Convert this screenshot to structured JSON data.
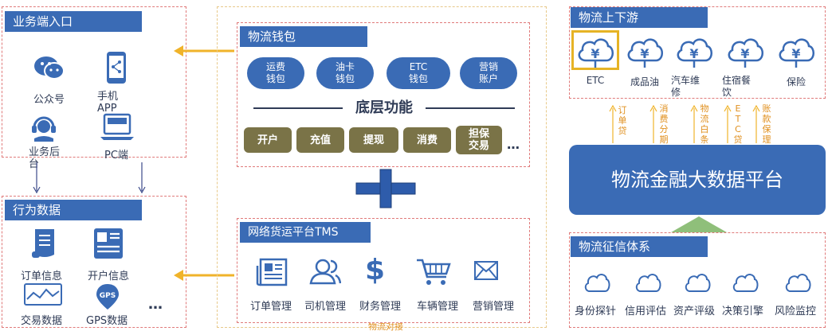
{
  "colors": {
    "blue": "#3a6bb5",
    "olive": "#7a7347",
    "orange": "#f0b32a",
    "red_dash": "#e07a7a"
  },
  "business_entry": {
    "title": "业务端入口",
    "items": [
      {
        "label": "公众号",
        "icon": "wechat-icon"
      },
      {
        "label": "手机\nAPP",
        "icon": "mobile-share-icon"
      },
      {
        "label": "业务后\n台",
        "icon": "support-headset-icon"
      },
      {
        "label": "PC端",
        "icon": "laptop-icon"
      }
    ]
  },
  "behavior_data": {
    "title": "行为数据",
    "items": [
      {
        "label": "订单信息",
        "icon": "document-icon"
      },
      {
        "label": "开户信息",
        "icon": "id-card-icon"
      },
      {
        "label": "交易数据",
        "icon": "chart-line-icon"
      },
      {
        "label": "GPS数据",
        "icon": "gps-icon"
      }
    ],
    "ellipsis": "…"
  },
  "wallet": {
    "title": "物流钱包",
    "pills": [
      "运费\n钱包",
      "油卡\n钱包",
      "ETC\n钱包",
      "营销\n账户"
    ],
    "base_title": "底层功能",
    "functions": [
      "开户",
      "充值",
      "提现",
      "消费",
      "担保\n交易"
    ],
    "ellipsis": "…"
  },
  "tms": {
    "title": "网络货运平台TMS",
    "items": [
      {
        "label": "订单管理",
        "icon": "newspaper-icon"
      },
      {
        "label": "司机管理",
        "icon": "people-icon"
      },
      {
        "label": "财务管理",
        "icon": "dollar-icon"
      },
      {
        "label": "车辆管理",
        "icon": "cart-icon"
      },
      {
        "label": "营销管理",
        "icon": "mail-icon"
      }
    ]
  },
  "upstream": {
    "title": "物流上下游",
    "items": [
      {
        "label": "ETC",
        "icon": "yuan-cloud-icon"
      },
      {
        "label": "成品油",
        "icon": "yuan-cloud-icon"
      },
      {
        "label": "汽车维\n修",
        "icon": "yuan-cloud-icon"
      },
      {
        "label": "住宿餐\n饮",
        "icon": "yuan-cloud-icon"
      },
      {
        "label": "保险",
        "icon": "yuan-cloud-icon"
      }
    ]
  },
  "finance_products": [
    "订单贷",
    "消费分期",
    "物流白条",
    "ETC贷",
    "账款保理"
  ],
  "platform": {
    "title": "物流金融大数据平台"
  },
  "credit": {
    "title": "物流征信体系",
    "items": [
      {
        "label": "身份探针",
        "icon": "cloud-icon"
      },
      {
        "label": "信用评估",
        "icon": "cloud-icon"
      },
      {
        "label": "资产评级",
        "icon": "cloud-icon"
      },
      {
        "label": "决策引擎",
        "icon": "cloud-icon"
      },
      {
        "label": "风险监控",
        "icon": "cloud-icon"
      }
    ]
  },
  "footer_partial": "物流对接"
}
